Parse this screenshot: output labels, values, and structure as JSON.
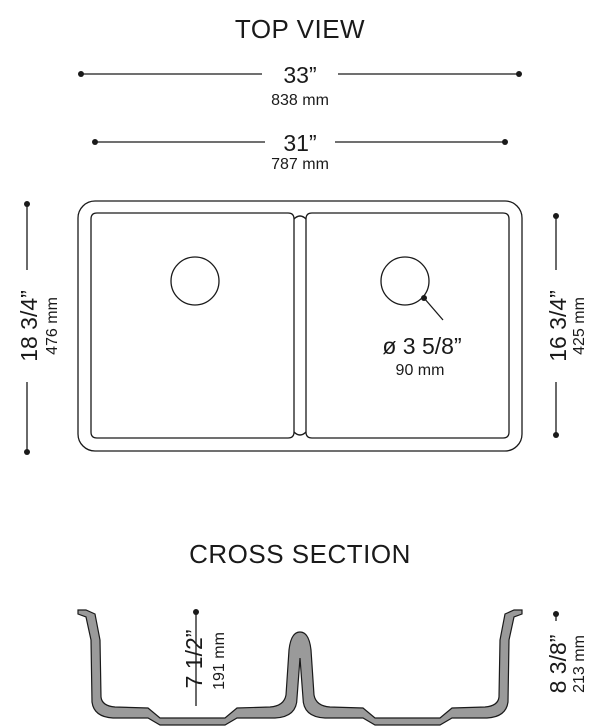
{
  "top_view": {
    "title": "TOP VIEW",
    "overall_width": {
      "in": "33”",
      "mm": "838 mm"
    },
    "bowl_width": {
      "in": "31”",
      "mm": "787 mm"
    },
    "overall_depth": {
      "in": "18 3/4”",
      "mm": "476 mm"
    },
    "bowl_depth": {
      "in": "16 3/4”",
      "mm": "425 mm"
    },
    "drain": {
      "in": "ø 3 5/8”",
      "mm": "90 mm"
    }
  },
  "cross_section": {
    "title": "CROSS SECTION",
    "bowl_depth": {
      "in": "7 1/2”",
      "mm": "191 mm"
    },
    "overall_height": {
      "in": "8 3/8”",
      "mm": "213 mm"
    }
  }
}
